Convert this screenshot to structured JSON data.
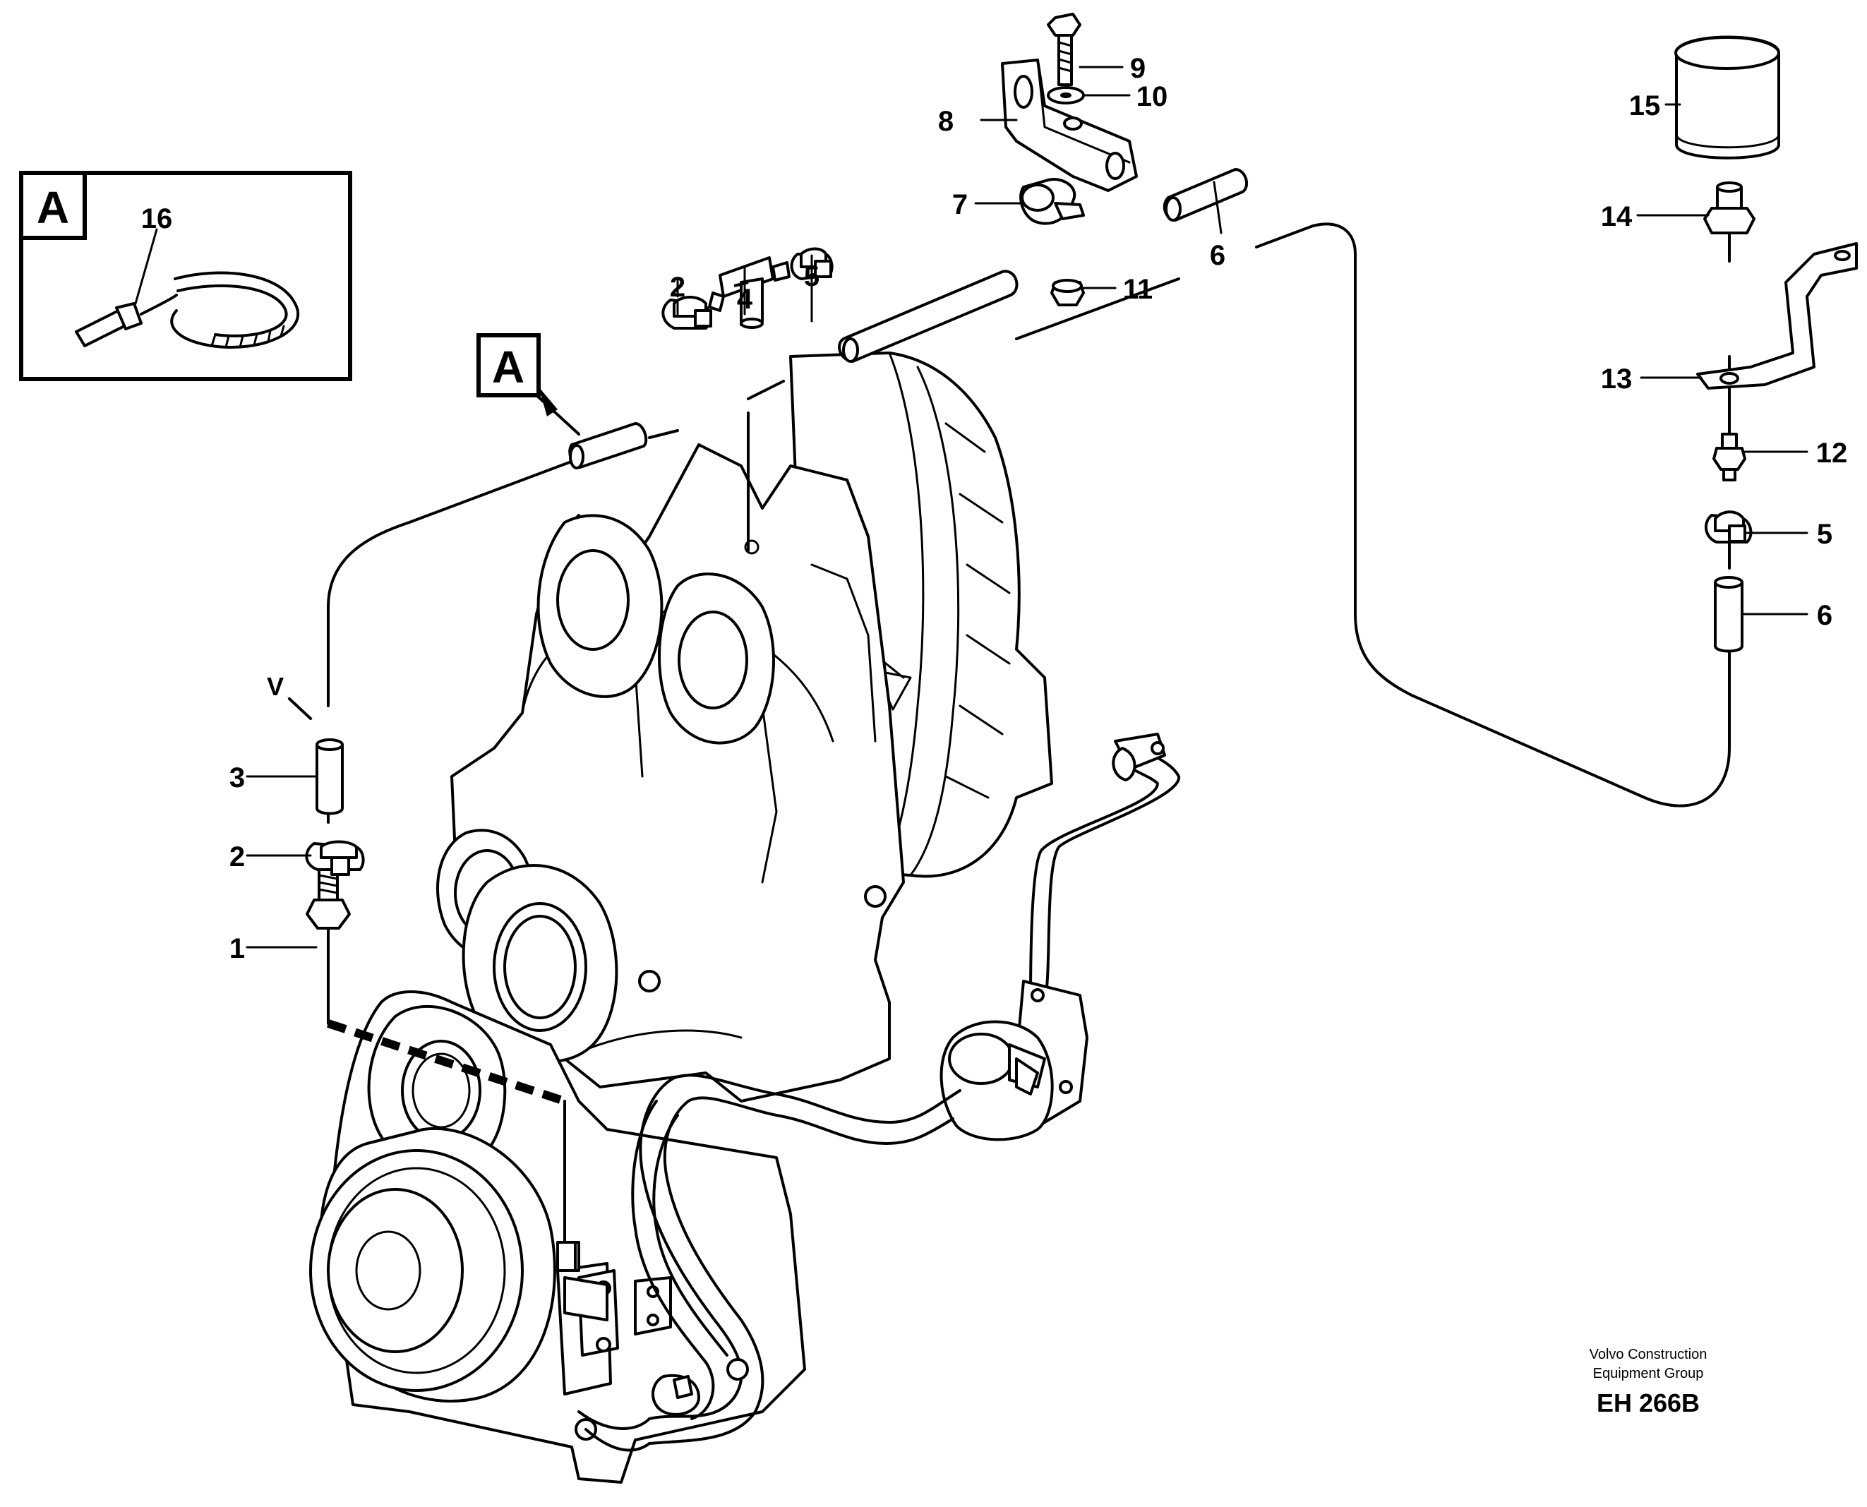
{
  "inset": {
    "label": "A"
  },
  "callout_box": {
    "label": "A"
  },
  "view_marker": "V",
  "parts": [
    "1",
    "2",
    "3",
    "4",
    "5",
    "6",
    "7",
    "8",
    "9",
    "10",
    "11",
    "12",
    "13",
    "14",
    "15",
    "16"
  ],
  "callouts": {
    "c1": "1",
    "c2a": "2",
    "c2b": "2",
    "c3": "3",
    "c4": "4",
    "c5a": "5",
    "c5b": "5",
    "c6a": "6",
    "c6b": "6",
    "c7": "7",
    "c8": "8",
    "c9": "9",
    "c10": "10",
    "c11": "11",
    "c12": "12",
    "c13": "13",
    "c14": "14",
    "c15": "15",
    "c16": "16"
  },
  "credit": {
    "line1": "Volvo Construction",
    "line2": "Equipment Group"
  },
  "drawing_code": "EH 266B"
}
